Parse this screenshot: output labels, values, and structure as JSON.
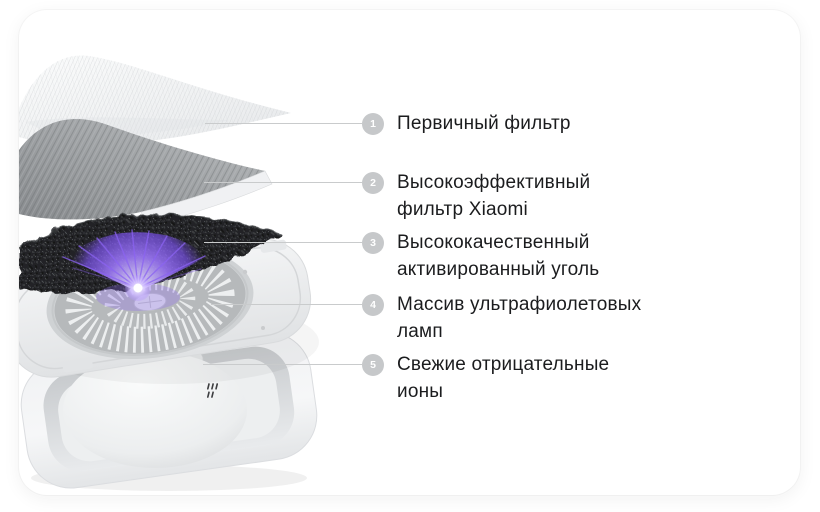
{
  "card": {
    "background": "#ffffff"
  },
  "colors": {
    "text": "#1b1c1e",
    "marker_fill": "#c6c8ca",
    "marker_number": "#ffffff",
    "leader_line": "#c9cbcc",
    "uv_glow": "#8b63f2",
    "carbon_foam": "#232527",
    "hepa_gray": "#9a9da0",
    "mesh_light_gray": "#eceeef"
  },
  "product": {
    "name": "air-purifier-exploded-view",
    "layers": [
      "primary-filter-sheet",
      "hepa-filter-xiaomi",
      "activated-carbon-foam",
      "fan-uv-lamp-assembly",
      "ionizer-base"
    ]
  },
  "callouts": {
    "items": [
      {
        "number": "1",
        "line1": "Первичный фильтр",
        "line2": ""
      },
      {
        "number": "2",
        "line1": "Высокоэффективный",
        "line2": "фильтр Xiaomi"
      },
      {
        "number": "3",
        "line1": "Высококачественный",
        "line2": "активированный уголь"
      },
      {
        "number": "4",
        "line1": "Массив ультрафиолетовых",
        "line2": "ламп"
      },
      {
        "number": "5",
        "line1": "Свежие отрицательные",
        "line2": "ионы"
      }
    ]
  }
}
